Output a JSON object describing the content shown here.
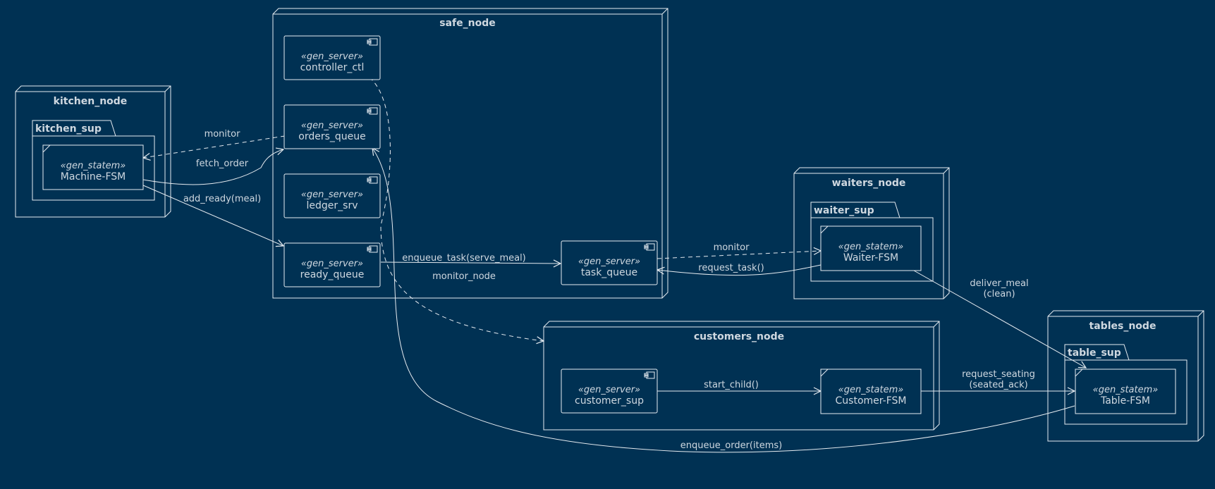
{
  "nodes": {
    "kitchen": "kitchen_node",
    "safe": "safe_node",
    "waiters": "waiters_node",
    "customers": "customers_node",
    "tables": "tables_node"
  },
  "packages": {
    "kitchen_sup": "kitchen_sup",
    "waiter_sup": "waiter_sup",
    "table_sup": "table_sup"
  },
  "components": {
    "controller_ctl": {
      "stereotype": "«gen_server»",
      "name": "controller_ctl"
    },
    "orders_queue": {
      "stereotype": "«gen_server»",
      "name": "orders_queue"
    },
    "ledger_srv": {
      "stereotype": "«gen_server»",
      "name": "ledger_srv"
    },
    "ready_queue": {
      "stereotype": "«gen_server»",
      "name": "ready_queue"
    },
    "task_queue": {
      "stereotype": "«gen_server»",
      "name": "task_queue"
    },
    "customer_sup": {
      "stereotype": "«gen_server»",
      "name": "customer_sup"
    },
    "machine_fsm": {
      "stereotype": "«gen_statem»",
      "name": "Machine-FSM"
    },
    "waiter_fsm": {
      "stereotype": "«gen_statem»",
      "name": "Waiter-FSM"
    },
    "customer_fsm": {
      "stereotype": "«gen_statem»",
      "name": "Customer-FSM"
    },
    "table_fsm": {
      "stereotype": "«gen_statem»",
      "name": "Table-FSM"
    }
  },
  "edges": {
    "monitor_kitchen": "monitor",
    "fetch_order": "fetch_order",
    "add_ready": "add_ready(meal)",
    "enqueue_task": "enqueue_task(serve_meal)",
    "monitor_node": "monitor_node",
    "monitor_waiter": "monitor",
    "request_task": "request_task()",
    "deliver_meal_1": "deliver_meal",
    "deliver_meal_2": "(clean)",
    "start_child": "start_child()",
    "request_seating_1": "request_seating",
    "request_seating_2": "(seated_ack)",
    "enqueue_order": "enqueue_order(items)"
  }
}
